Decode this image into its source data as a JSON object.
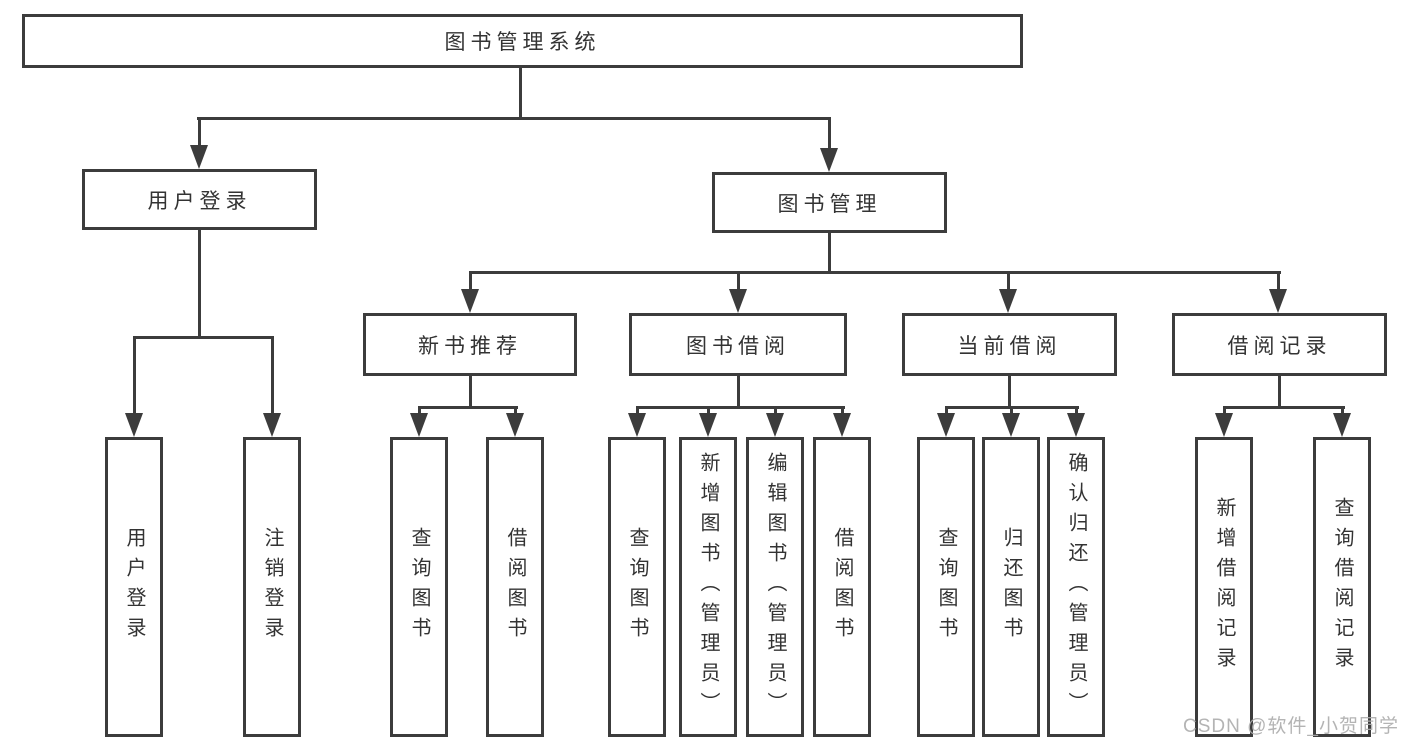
{
  "root": {
    "label": "图书管理系统"
  },
  "branches": [
    {
      "label": "用户登录",
      "leaves": [
        {
          "label": "用户登录"
        },
        {
          "label": "注销登录"
        }
      ]
    },
    {
      "label": "图书管理",
      "sections": [
        {
          "label": "新书推荐",
          "leaves": [
            {
              "label": "查询图书"
            },
            {
              "label": "借阅图书"
            }
          ]
        },
        {
          "label": "图书借阅",
          "leaves": [
            {
              "label": "查询图书"
            },
            {
              "label": "新增图书（管理员）"
            },
            {
              "label": "编辑图书（管理员）"
            },
            {
              "label": "借阅图书"
            }
          ]
        },
        {
          "label": "当前借阅",
          "leaves": [
            {
              "label": "查询图书"
            },
            {
              "label": "归还图书"
            },
            {
              "label": "确认归还（管理员）"
            }
          ]
        },
        {
          "label": "借阅记录",
          "leaves": [
            {
              "label": "新增借阅记录"
            },
            {
              "label": "查询借阅记录"
            }
          ]
        }
      ]
    }
  ],
  "watermark": {
    "text": "CSDN @软件_小贺同学"
  },
  "colors": {
    "line": "#3c3c3c",
    "text": "#333333",
    "watermark": "#aeaeae",
    "background": "#ffffff"
  }
}
